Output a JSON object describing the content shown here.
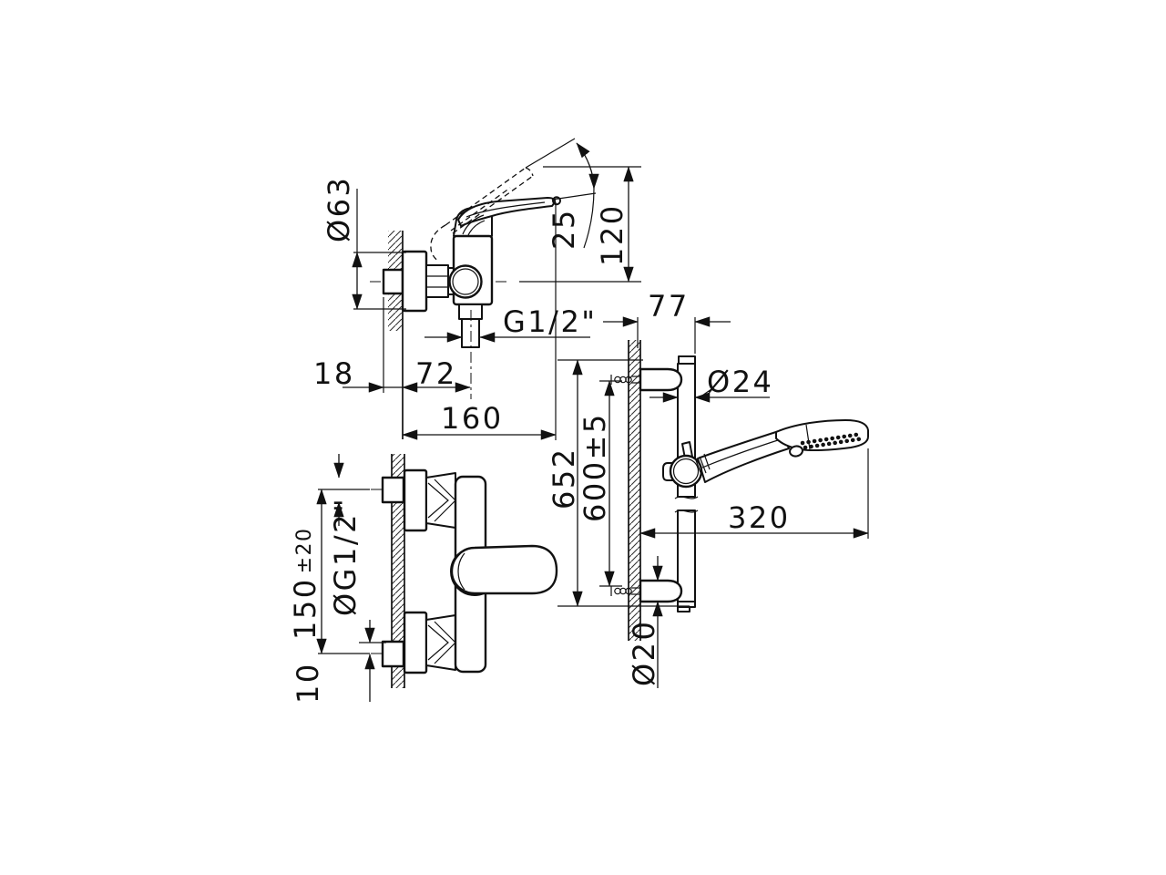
{
  "colors": {
    "line": "#111111",
    "background": "#ffffff"
  },
  "views": {
    "side": {
      "dims": {
        "flange_diameter": "Ø63",
        "lever_angle": "25°",
        "lever_height": "120",
        "outlet_thread": "G1/2\"",
        "wall_to_pipe": "18",
        "wall_to_outlet_axis": "72",
        "total_depth": "160"
      }
    },
    "front": {
      "dims": {
        "centers_value": "150",
        "centers_tolerance": "±20",
        "inlet_thread": "ØG1/2\"",
        "eccentric_offset": "10"
      }
    },
    "rail": {
      "dims": {
        "bracket_depth": "77",
        "rail_diameter": "Ø24",
        "rail_total_height": "652",
        "fixing_centers": "600±5",
        "handshower_reach": "320",
        "bracket_diameter": "Ø20"
      }
    }
  }
}
